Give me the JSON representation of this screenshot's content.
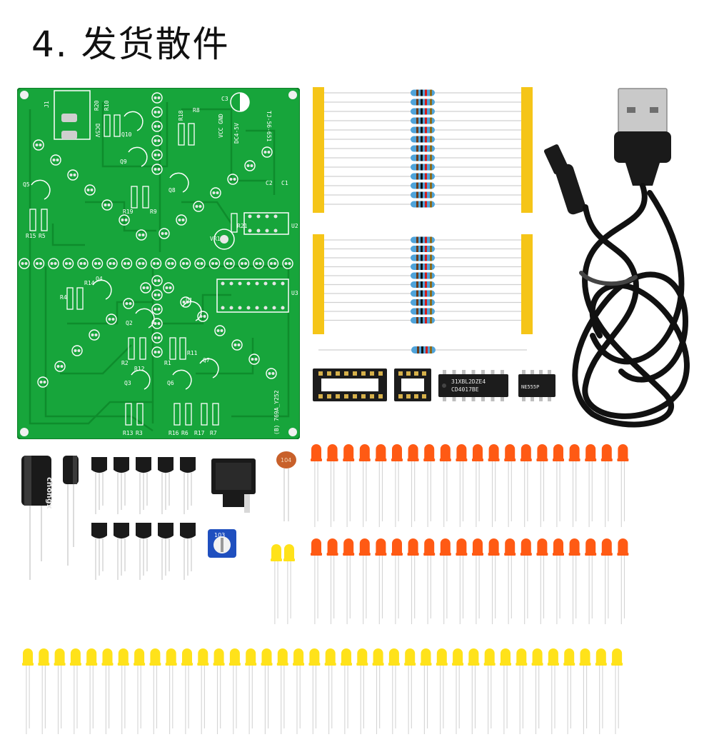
{
  "page": {
    "title": "4. 发货散件"
  },
  "pcb": {
    "labels": {
      "j1": "J1",
      "dc5v": "DC5V",
      "r20": "R20",
      "r10": "R10",
      "q10": "Q10",
      "r18": "R18",
      "r8": "R8",
      "q9": "Q9",
      "q8": "Q8",
      "c3": "C3",
      "vcc_gnd": "VCC GND",
      "dc5v_b": "DC4-5V",
      "model": "TJ-56-651",
      "c2": "C2",
      "c1": "C1",
      "q5": "Q5",
      "r15": "R15",
      "r5": "R5",
      "r19": "R19",
      "r9": "R9",
      "r21": "R21",
      "u2": "U2",
      "vr1": "VR1",
      "r4": "R4",
      "r14": "R14",
      "q4": "Q4",
      "u3": "U3",
      "q2": "Q2",
      "q1": "Q1",
      "r2": "R2",
      "r12": "R12",
      "r1": "R1",
      "r11": "R11",
      "q3": "Q3",
      "q6": "Q6",
      "q7": "Q7",
      "r13": "R13",
      "r3": "R3",
      "r16": "R16",
      "r6": "R6",
      "r17": "R17",
      "r7": "R7",
      "version": "(B) 769A_Y252"
    }
  },
  "chips": {
    "cd4017": "CD4017BE",
    "cd4017_code": "31XBL2DZE4",
    "ne555": "NE555P"
  },
  "capacitor": {
    "brand": "chongx",
    "code": "104"
  },
  "trimmer": {
    "code": "103"
  },
  "colors": {
    "pcb_green": "#17a53b",
    "pcb_dark": "#0f8a2c",
    "resistor_tape": "#f5c518",
    "resistor_body": "#4fa3d9",
    "led_red": "#ff5a14",
    "led_yellow": "#ffe21a",
    "chip_black": "#1c1c1c",
    "cable_black": "#111111"
  }
}
